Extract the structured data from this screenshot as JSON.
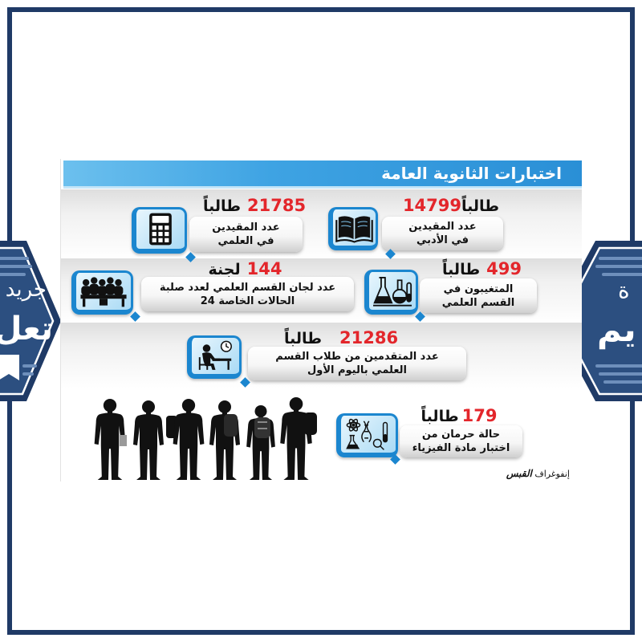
{
  "logo": {
    "left_top": "جريد",
    "left_bottom": "تعل",
    "right_top": "ة",
    "right_bottom": "يم",
    "colors": {
      "navy": "#1f3a66",
      "panel": "#2c4f80"
    }
  },
  "infographic": {
    "title": "اختبارات الثانوية العامة",
    "colors": {
      "title_bar": "#2a8fd6",
      "number": "#e3262b",
      "icon_border": "#1b86cf"
    },
    "stats": [
      {
        "number": "14799",
        "unit": "طالباً",
        "line1": "عدد المقيدين",
        "line2": "في الأدبي",
        "icon": "open-book-icon"
      },
      {
        "number": "21785",
        "unit": "طالباً",
        "line1": "عدد المقيدين",
        "line2": "في العلمي",
        "icon": "calculator-icon"
      },
      {
        "number": "144",
        "unit": "لجنة",
        "line1": "عدد لجان القسم العلمي لعدد صلبة",
        "line2": "الحالات الخاصة 24",
        "icon": "students-group-icon"
      },
      {
        "number": "499",
        "unit": "طالباً",
        "line1": "المتغيبون في",
        "line2": "القسم العلمي",
        "icon": "lab-flasks-icon"
      },
      {
        "number": "21286",
        "unit": "طالباً",
        "line1": "عدد المتقدمين من طلاب القسم",
        "line2": "العلمي باليوم الأول",
        "icon": "student-desk-clock-icon"
      },
      {
        "number": "179",
        "unit": "طالباً",
        "line1": "حالة حرمان من",
        "line2": "اختبار مادة الفيزياء",
        "icon": "science-tools-icon"
      }
    ],
    "decoration": {
      "icon": "students-silhouettes-icon"
    },
    "credit": {
      "prefix": "إنفوغراف",
      "brand": "القبس"
    }
  }
}
